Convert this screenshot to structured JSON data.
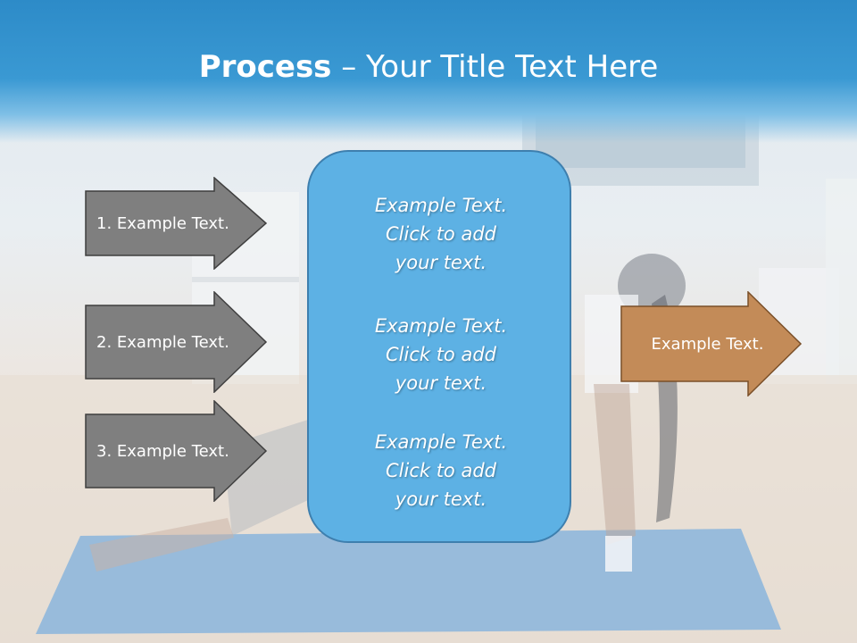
{
  "slide": {
    "title_bold": "Process",
    "title_rest": " – Your Title Text Here"
  },
  "left_arrows": [
    {
      "label": "1. Example Text."
    },
    {
      "label": "2. Example Text."
    },
    {
      "label": "3. Example Text."
    }
  ],
  "center_box": {
    "blocks": [
      {
        "line1": "Example Text.",
        "line2": "Click  to add",
        "line3": "your text."
      },
      {
        "line1": "Example Text.",
        "line2": "Click  to add",
        "line3": "your text."
      },
      {
        "line1": "Example Text.",
        "line2": "Click  to add",
        "line3": "your text."
      }
    ]
  },
  "right_arrow": {
    "label": "Example Text."
  },
  "colors": {
    "header": "#3a99d3",
    "left_arrow_fill": "#7f7f7f",
    "center_box_fill": "#5db1e4",
    "right_arrow_fill": "#c38b58"
  }
}
